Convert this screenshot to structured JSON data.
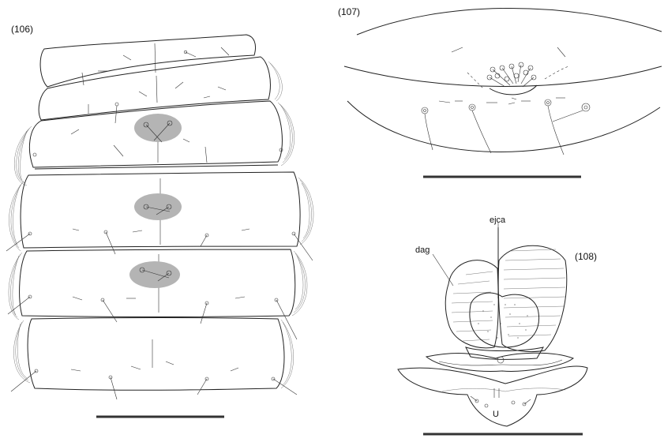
{
  "figures": {
    "fig106": {
      "label": "(106)"
    },
    "fig107": {
      "label": "(107)"
    },
    "fig108": {
      "label": "(108)"
    }
  },
  "annotations": {
    "ejca": "ejca",
    "dag": "dag",
    "u": "U"
  },
  "colors": {
    "ink": "#222222",
    "highlight": "#b4b4b4",
    "background": "#ffffff"
  }
}
